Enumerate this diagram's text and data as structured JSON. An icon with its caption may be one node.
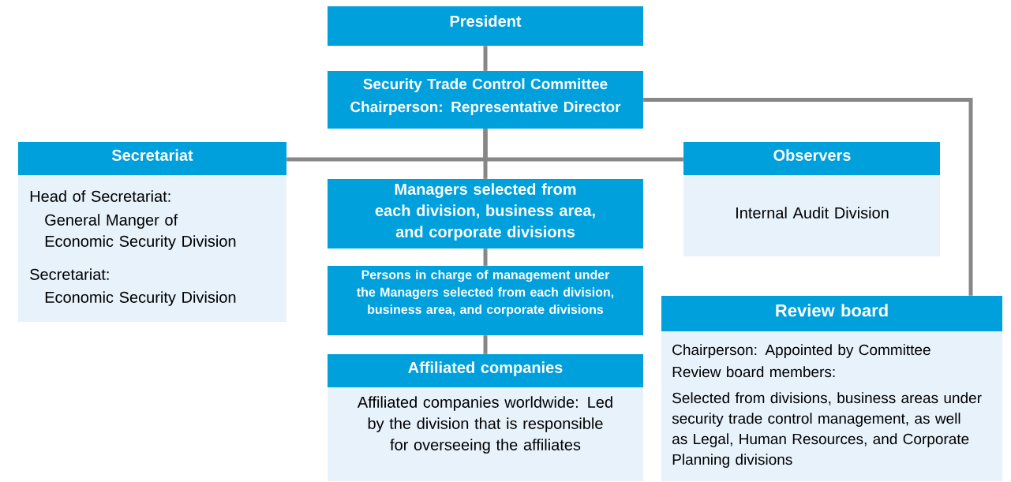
{
  "diagram": {
    "nodes": [
      {
        "text": [
          "President"
        ]
      },
      {
        "text": [
          "Security Trade Control Committee",
          "Chairperson: Representative Director"
        ]
      },
      {
        "text": [
          "Secretariat",
          "Head of Secretariat:",
          "General Manger of Economic Security Division",
          "Secretariat:",
          "Economic Security Division"
        ]
      },
      {
        "text": [
          "Observers",
          "Internal Audit Division"
        ]
      },
      {
        "text": [
          "Managers selected from each division, business area, and corporate divisions"
        ]
      },
      {
        "text": [
          "Persons in charge of management under the Managers selected from each division, business area, and corporate divisions"
        ]
      },
      {
        "text": [
          "Affiliated companies",
          "Affiliated companies worldwide: Led by the division that is responsible for overseeing the affiliates"
        ]
      },
      {
        "text": [
          "Review board",
          "Chairperson: Appointed by Committee",
          "Review board members:",
          "Selected from divisions, business areas under security trade control management, as well as Legal, Human Resources, and Corporate Planning divisions"
        ]
      }
    ],
    "edges": [
      {
        "from": 0,
        "to": 1,
        "arrow": "none"
      },
      {
        "from": 1,
        "to": 2,
        "arrow": "none"
      },
      {
        "from": 1,
        "to": 3,
        "arrow": "none"
      },
      {
        "from": 1,
        "to": 4,
        "arrow": "none"
      },
      {
        "from": 1,
        "to": 7,
        "arrow": "none"
      },
      {
        "from": 4,
        "to": 5,
        "arrow": "none"
      },
      {
        "from": 5,
        "to": 6,
        "arrow": "none"
      }
    ]
  }
}
